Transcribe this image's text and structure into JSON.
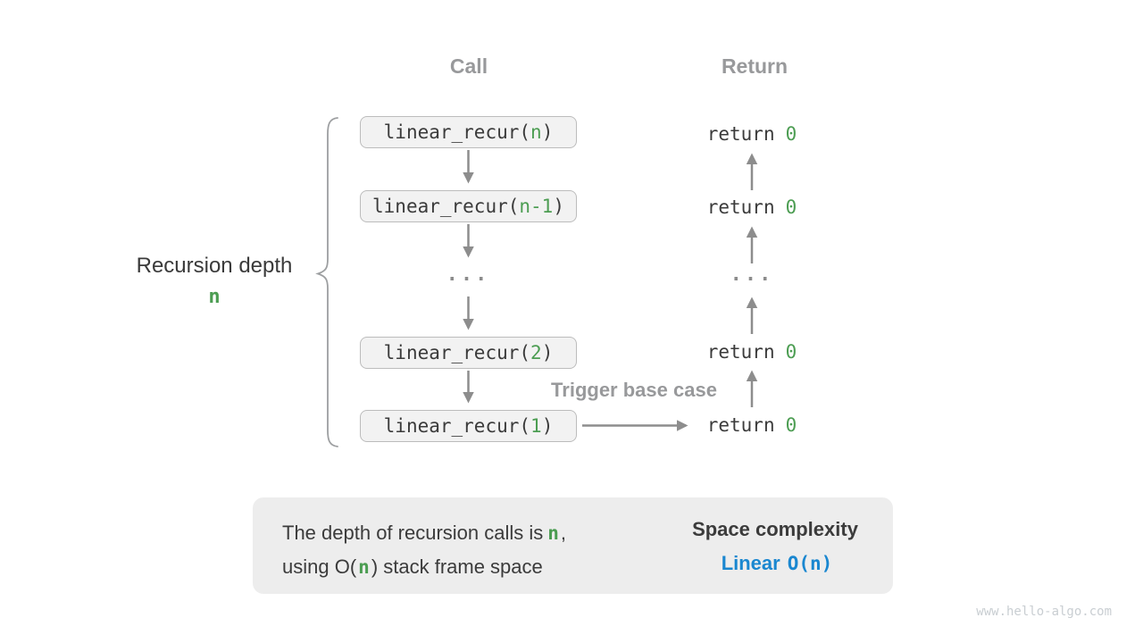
{
  "headers": {
    "call": "Call",
    "return": "Return"
  },
  "recursion_depth": {
    "label": "Recursion depth",
    "value": "n"
  },
  "diagram": {
    "ellipsis": "...",
    "trigger_label": "Trigger base case",
    "calls": [
      {
        "prefix": "linear_recur(",
        "arg": "n",
        "suffix": ")"
      },
      {
        "prefix": "linear_recur(",
        "arg": "n-1",
        "suffix": ")"
      },
      {
        "prefix": "linear_recur(",
        "arg": "2",
        "suffix": ")"
      },
      {
        "prefix": "linear_recur(",
        "arg": "1",
        "suffix": ")"
      }
    ],
    "returns": [
      {
        "keyword": "return",
        "value": "0"
      },
      {
        "keyword": "return",
        "value": "0"
      },
      {
        "keyword": "return",
        "value": "0"
      },
      {
        "keyword": "return",
        "value": "0"
      }
    ]
  },
  "summary": {
    "line1": {
      "text": "The depth of recursion calls is",
      "var": "n",
      "tail": ","
    },
    "line2": {
      "head": "using O(",
      "var": "n",
      "tail": ") stack frame space"
    },
    "result": {
      "title": "Space complexity",
      "label": "Linear",
      "expr": "O(n)"
    }
  },
  "watermark": "www.hello-algo.com",
  "colors": {
    "green": "#4c9d52",
    "blue": "#1a87d0",
    "gray_label": "#98999b",
    "arrow": "#8d8d8d",
    "box_fill": "#f2f2f2",
    "box_border": "#bcbcbc",
    "summary_bg": "#ededed"
  }
}
